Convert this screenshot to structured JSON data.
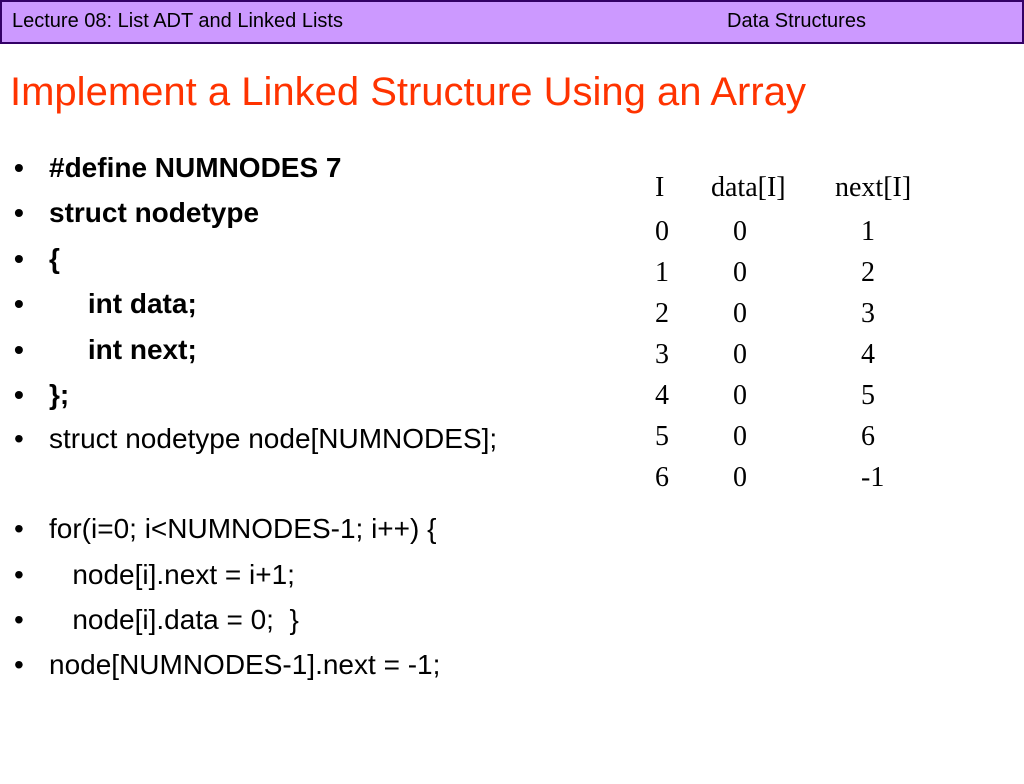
{
  "header": {
    "lecture": "Lecture 08: List ADT and Linked Lists",
    "course": "Data Structures"
  },
  "title": "Implement a Linked Structure Using an Array",
  "bullets": [
    {
      "text": "#define NUMNODES 7",
      "bold": true
    },
    {
      "text": "struct nodetype",
      "bold": true
    },
    {
      "text": "{",
      "bold": true
    },
    {
      "text": "     int data;",
      "bold": true
    },
    {
      "text": "     int next;",
      "bold": true
    },
    {
      "text": "};",
      "bold": true
    },
    {
      "text": "struct nodetype node[NUMNODES];",
      "bold": false
    },
    {
      "text": "for(i=0; i<NUMNODES-1; i++) {",
      "bold": false
    },
    {
      "text": "   node[i].next = i+1;",
      "bold": false
    },
    {
      "text": "   node[i].data = 0;  }",
      "bold": false
    },
    {
      "text": "node[NUMNODES-1].next = -1;",
      "bold": false
    }
  ],
  "bullet_glyph": "•",
  "array_table": {
    "headers": [
      "I",
      "data[I]",
      "next[I]"
    ],
    "rows": [
      [
        "0",
        "0",
        "1"
      ],
      [
        "1",
        "0",
        "2"
      ],
      [
        "2",
        "0",
        "3"
      ],
      [
        "3",
        "0",
        "4"
      ],
      [
        "4",
        "0",
        "5"
      ],
      [
        "5",
        "0",
        "6"
      ],
      [
        "6",
        "0",
        "-1"
      ]
    ]
  },
  "colors": {
    "header_bg": "#cc99ff",
    "header_border": "#330066",
    "title": "#ff3300"
  }
}
